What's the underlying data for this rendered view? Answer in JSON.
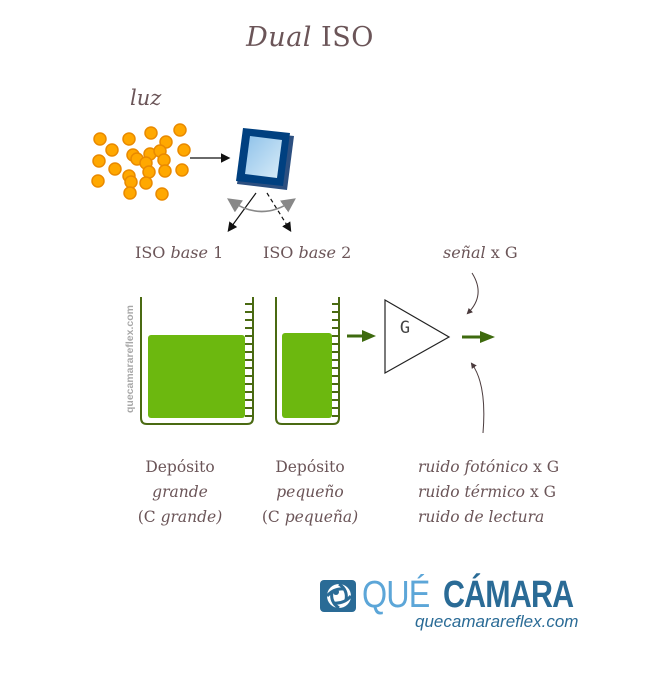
{
  "title": {
    "main": "Dual",
    "suffix": "ISO"
  },
  "light": {
    "label": "luz",
    "photon_color": "#ffa800",
    "photon_stroke": "#e98a00"
  },
  "sensor": {
    "frame_color": "#004080"
  },
  "paths": {
    "iso_base_1": {
      "prefix": "ISO",
      "italic": "base",
      "number": "1"
    },
    "iso_base_2": {
      "prefix": "ISO",
      "italic": "base",
      "number": "2"
    }
  },
  "wells": {
    "large": {
      "line1": "Depósito",
      "line2": "grande",
      "line3_prefix": "(C",
      "line3_italic": "grande)"
    },
    "small": {
      "line1": "Depósito",
      "line2": "pequeño",
      "line3_prefix": "(C",
      "line3_italic": "pequeña)"
    },
    "fill_color": "#6cb80f",
    "border_color": "#4a6a12"
  },
  "amplifier": {
    "label": "G"
  },
  "output": {
    "signal_label": {
      "italic": "señal",
      "rest": "x G"
    },
    "noise_lines": [
      {
        "italic": "ruido fotónico",
        "rest": "x G"
      },
      {
        "italic": "ruido térmico",
        "rest": "x G"
      },
      {
        "italic": "ruido de lectura",
        "rest": ""
      }
    ]
  },
  "watermark": "quecamarareflex.com",
  "logo": {
    "part1": "QUÉ",
    "part2": "CÁMARA",
    "url": "quecamarareflex.com"
  }
}
